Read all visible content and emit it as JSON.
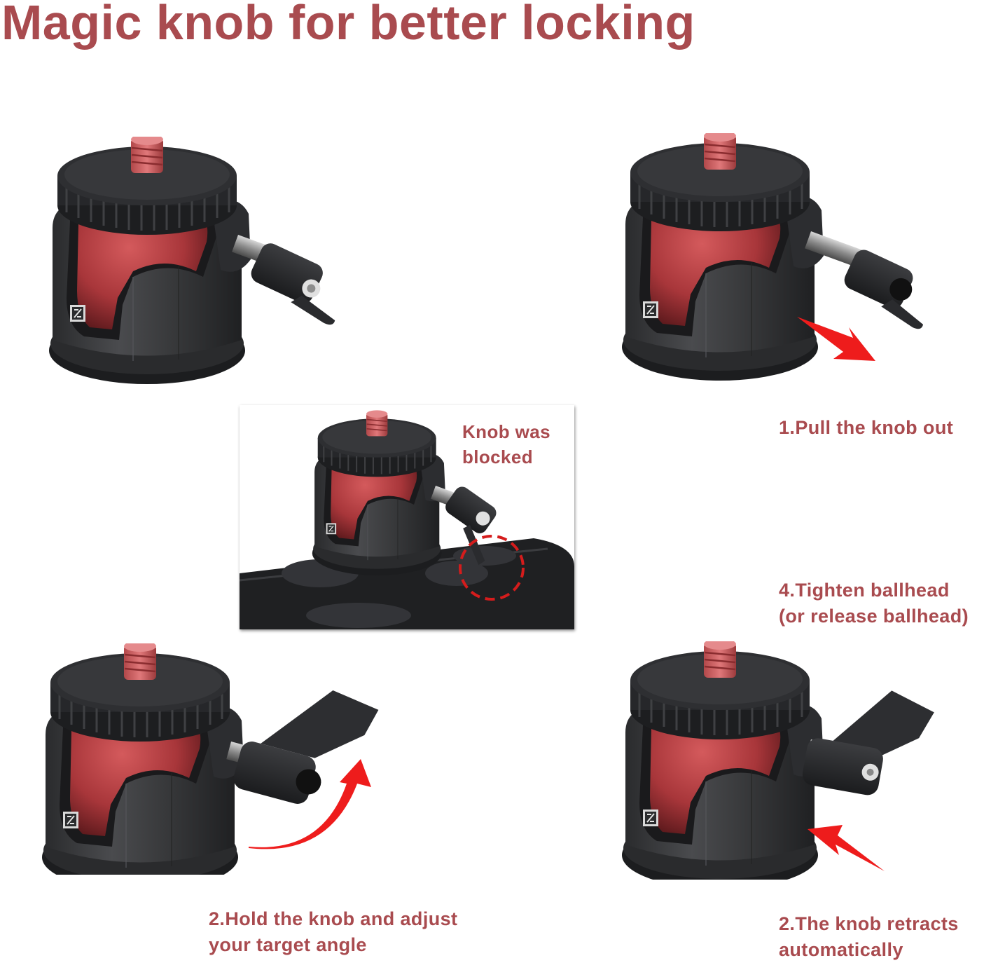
{
  "title": "Magic knob for better locking",
  "colors": {
    "text_accent": "#a94b4f",
    "arrow": "#ee1c1c",
    "ball_red": "#b8393d",
    "body_dark": "#3a3b3d",
    "background": "#ffffff"
  },
  "inset": {
    "caption_line1": "Knob was",
    "caption_line2": "blocked"
  },
  "steps": {
    "top_right": {
      "line1": "1.Pull the knob out"
    },
    "middle_right": {
      "line1": "4.Tighten ballhead",
      "line2": "(or release ballhead)"
    },
    "bottom_left": {
      "line1": "2.Hold the knob and adjust",
      "line2": "your target angle"
    },
    "bottom_right": {
      "line1": "2.The knob retracts",
      "line2": "automatically"
    }
  },
  "icons": {
    "brand_logo": "s-logo-icon",
    "arrow_pull": "arrow-down-right-icon",
    "arrow_rotate": "curved-arrow-up-icon",
    "arrow_retract": "arrow-up-left-icon",
    "dashed_circle": "dashed-circle-highlight-icon"
  }
}
